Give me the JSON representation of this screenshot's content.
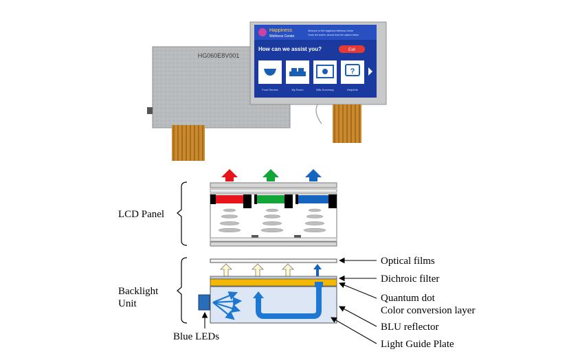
{
  "photo": {
    "back_label": "HG060E8V001",
    "screen": {
      "brand_line1": "Happiness",
      "brand_line2": "Wellness Center",
      "header_info_line1": "Welcome to the Happiness Wellness Center",
      "header_info_line2": "Touch the screen, choose from the options below",
      "question": "How can we assist you?",
      "action_button": "Exit",
      "tiles": [
        {
          "label": "Food Service",
          "icon": "bowl-icon"
        },
        {
          "label": "My Room",
          "icon": "bed-icon"
        },
        {
          "label": "Bills Summary",
          "icon": "certificate-icon"
        },
        {
          "label": "Help/Info",
          "icon": "help-icon"
        }
      ]
    }
  },
  "diagram": {
    "groups": [
      {
        "id": "lcd",
        "label_lines": [
          "LCD Panel"
        ]
      },
      {
        "id": "blu",
        "label_lines": [
          "Backlight",
          "Unit"
        ]
      }
    ],
    "source_label": "Blue LEDs",
    "callouts": [
      {
        "id": "optical",
        "lines": [
          "Optical films"
        ]
      },
      {
        "id": "dichroic",
        "lines": [
          "Dichroic filter"
        ]
      },
      {
        "id": "qd",
        "lines": [
          "Quantum dot",
          "Color conversion layer"
        ]
      },
      {
        "id": "reflector",
        "lines": [
          "BLU reflector"
        ]
      },
      {
        "id": "lgp",
        "lines": [
          "Light Guide Plate"
        ]
      }
    ],
    "colors": {
      "red": "#e8141c",
      "green": "#13a538",
      "blue": "#1565c0",
      "led_blue": "#2a6ebb",
      "yellow": "#f5b800",
      "light_arrow": "#fdf8d0",
      "lgp_fill": "#dce6f4"
    }
  }
}
